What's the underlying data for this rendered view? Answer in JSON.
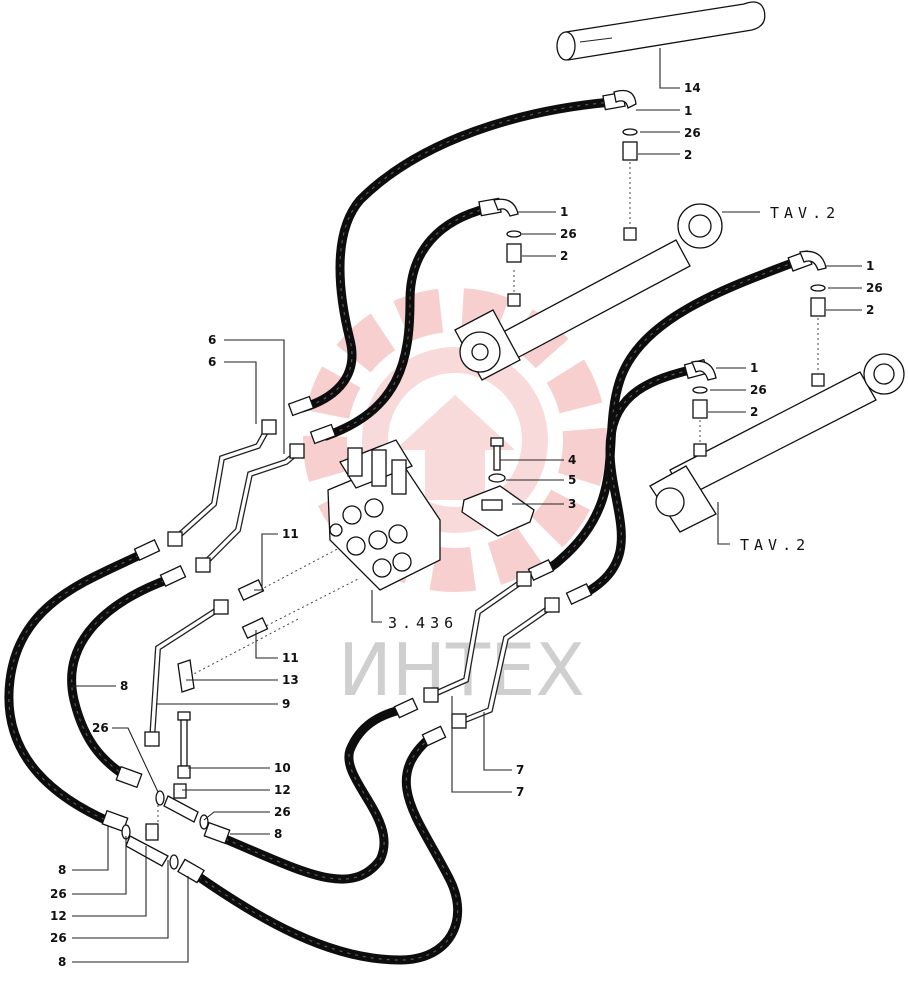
{
  "watermark": {
    "text": "ИНТЕХ",
    "color": "#f4b6b6"
  },
  "refs": {
    "tav_top": "TAV.2",
    "tav_bottom": "TAV.2",
    "valve": "3.436"
  },
  "callouts": {
    "c14": "14",
    "c1a": "1",
    "c26a": "26",
    "c2a": "2",
    "c1b": "1",
    "c26b": "26",
    "c2b": "2",
    "c1c": "1",
    "c26c": "26",
    "c2c": "2",
    "c1d": "1",
    "c26d": "26",
    "c2d": "2",
    "c6a": "6",
    "c6b": "6",
    "c4": "4",
    "c5": "5",
    "c3": "3",
    "c11a": "11",
    "c11b": "11",
    "c13": "13",
    "c9": "9",
    "c10": "10",
    "c12a": "12",
    "c26e": "26",
    "c8a": "8",
    "c8side": "8",
    "c26side": "26",
    "c7a": "7",
    "c7b": "7",
    "c8b": "8",
    "c26f": "26",
    "c12b": "12",
    "c26g": "26",
    "c8c": "8"
  }
}
